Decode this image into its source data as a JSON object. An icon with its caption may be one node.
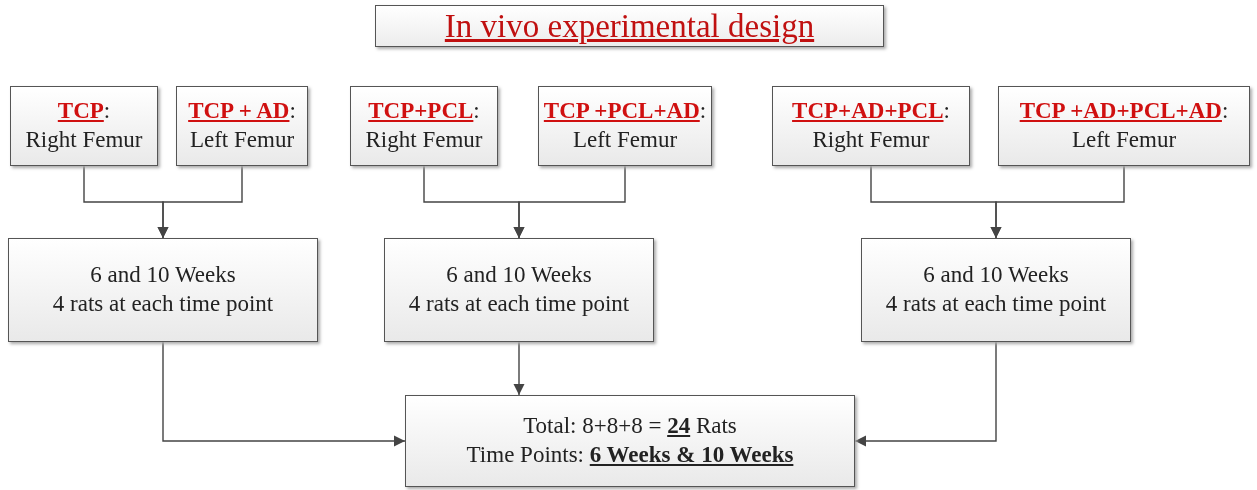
{
  "diagram": {
    "title": "In vivo experimental design",
    "nodes": [
      {
        "text": [
          "**TCP**:",
          "Right Femur"
        ]
      },
      {
        "text": [
          "**TCP + AD**:",
          "Left Femur"
        ]
      },
      {
        "text": [
          "**TCP+PCL**:",
          "Right Femur"
        ]
      },
      {
        "text": [
          "**TCP +PCL+AD**:",
          "Left Femur"
        ]
      },
      {
        "text": [
          "**TCP+AD+PCL**:",
          "Right Femur"
        ]
      },
      {
        "text": [
          "**TCP +AD+PCL+AD**:",
          "Left Femur"
        ]
      },
      {
        "text": [
          "6 and 10 Weeks",
          "4 rats at each time point"
        ]
      },
      {
        "text": [
          "6 and 10 Weeks",
          "4 rats at each time point"
        ]
      },
      {
        "text": [
          "6 and 10 Weeks",
          "4 rats at each time point"
        ]
      },
      {
        "text": [
          "Total: 8+8+8 = **24** Rats",
          "Time Points: **6 Weeks & 10 Weeks**"
        ]
      }
    ],
    "edges": [
      {
        "from": 0,
        "to": 6,
        "arrow": "to"
      },
      {
        "from": 1,
        "to": 6,
        "arrow": "to"
      },
      {
        "from": 2,
        "to": 7,
        "arrow": "to"
      },
      {
        "from": 3,
        "to": 7,
        "arrow": "to"
      },
      {
        "from": 4,
        "to": 8,
        "arrow": "to"
      },
      {
        "from": 5,
        "to": 8,
        "arrow": "to"
      },
      {
        "from": 6,
        "to": 9,
        "arrow": "to"
      },
      {
        "from": 7,
        "to": 9,
        "arrow": "to"
      },
      {
        "from": 8,
        "to": 9,
        "arrow": "to"
      }
    ]
  }
}
